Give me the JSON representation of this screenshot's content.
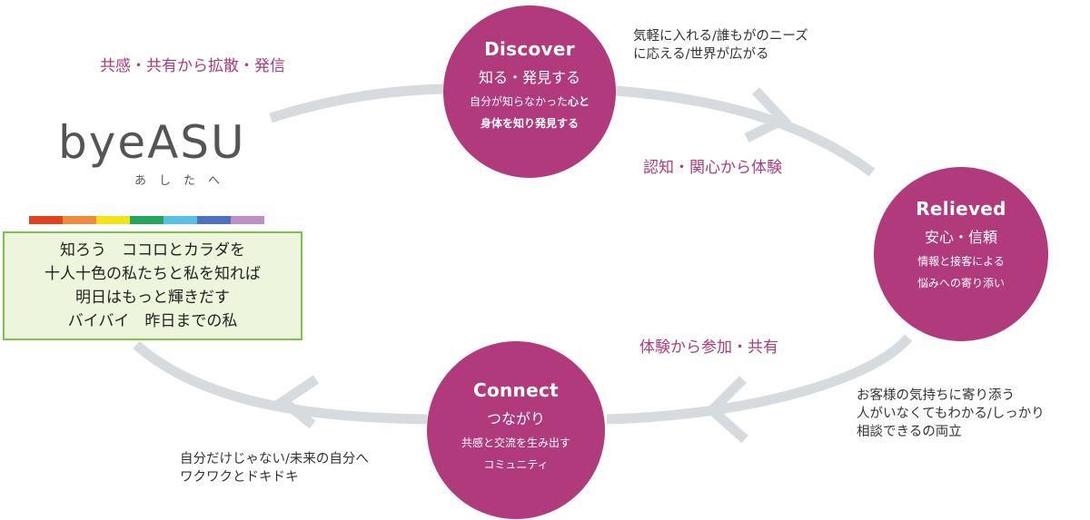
{
  "logo": {
    "word": "byeASU",
    "subtitle": "あしたへ"
  },
  "rainbow_colors": [
    "#e2431e",
    "#f08a3c",
    "#f4e317",
    "#22a55e",
    "#57c1e4",
    "#4f70c0",
    "#c08fc6"
  ],
  "message_lines": [
    "知ろう　ココロとカラダを",
    "十人十色の私たちと私を知れば",
    "明日はもっと輝きだす",
    "バイバイ　昨日までの私"
  ],
  "stages": {
    "discover": {
      "title": "Discover",
      "subtitle": "知る・発見する",
      "desc_line1_plain": "自分が知らなかった",
      "desc_line1_bold": "心と",
      "desc_line2_bold": "身体を知り発見する"
    },
    "relieved": {
      "title": "Relieved",
      "subtitle": "安心・信頼",
      "desc_line1": "情報と接客による",
      "desc_line2": "悩みへの寄り添い"
    },
    "connect": {
      "title": "Connect",
      "subtitle": "つながり",
      "desc_line1": "共感と交流を生み出す",
      "desc_line2": "コミュニティ"
    }
  },
  "transitions": {
    "top_left": "共感・共有から拡散・発信",
    "top_right": "認知・関心から体験",
    "bottom_right": "体験から参加・共有"
  },
  "notes": {
    "discover_right": [
      "気軽に入れる/誰もがのニーズ",
      "に応える/世界が広がる"
    ],
    "relieved_below": [
      "お客様の気持ちに寄り添う",
      "人がいなくてもわかる/しっかり",
      "相談できるの両立"
    ],
    "connect_left": [
      "自分だけじゃない/未来の自分へ",
      "ワクワクとドキドキ"
    ]
  },
  "colors": {
    "accent": "#b03a7c",
    "arrow": "#d5dbde",
    "box_border": "#7cc54b",
    "box_fill": "#edf5dc"
  }
}
